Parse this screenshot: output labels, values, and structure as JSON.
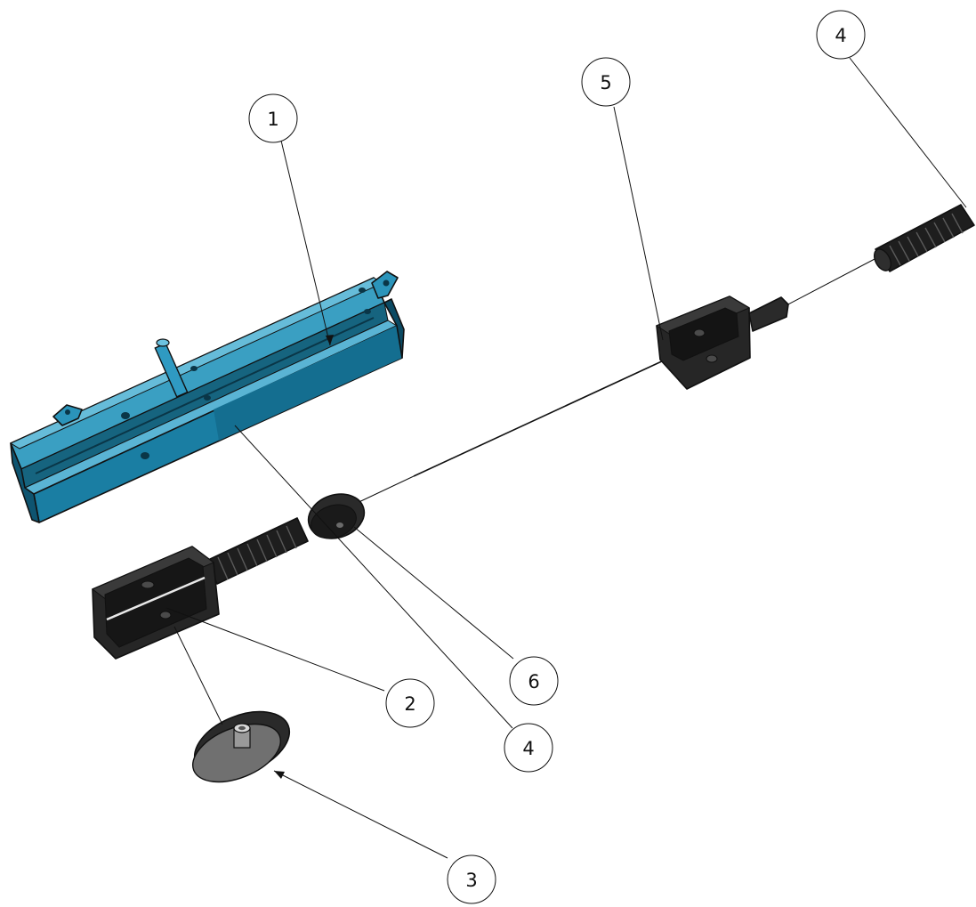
{
  "balloons": [
    {
      "id": "b1",
      "label": "1"
    },
    {
      "id": "b5",
      "label": "5"
    },
    {
      "id": "b4a",
      "label": "4"
    },
    {
      "id": "b6",
      "label": "6"
    },
    {
      "id": "b2",
      "label": "2"
    },
    {
      "id": "b4b",
      "label": "4"
    },
    {
      "id": "b3",
      "label": "3"
    }
  ],
  "colors": {
    "rail": "#1f86a8",
    "rail_dark": "#0b4a63",
    "rail_light": "#3fa3c6",
    "part_dark": "#1c1c1c",
    "part_mid": "#2e2e2e",
    "pulley_face": "#707070",
    "line": "#111111"
  }
}
